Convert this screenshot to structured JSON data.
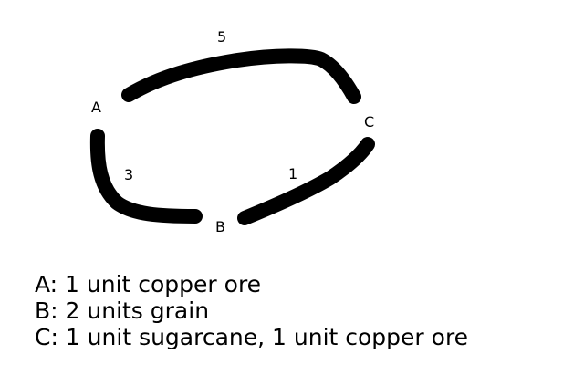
{
  "nodes": [
    {
      "id": "A",
      "label": "A"
    },
    {
      "id": "B",
      "label": "B"
    },
    {
      "id": "C",
      "label": "C"
    }
  ],
  "edges": [
    {
      "from": "A",
      "to": "C",
      "weight": "5"
    },
    {
      "from": "A",
      "to": "B",
      "weight": "3"
    },
    {
      "from": "B",
      "to": "C",
      "weight": "1"
    }
  ],
  "legend": [
    "A: 1 unit copper ore",
    "B: 2 units grain",
    "C: 1 unit sugarcane, 1 unit copper ore"
  ],
  "colors": {
    "edge": "#000000",
    "text": "#000000",
    "background": "#ffffff"
  }
}
